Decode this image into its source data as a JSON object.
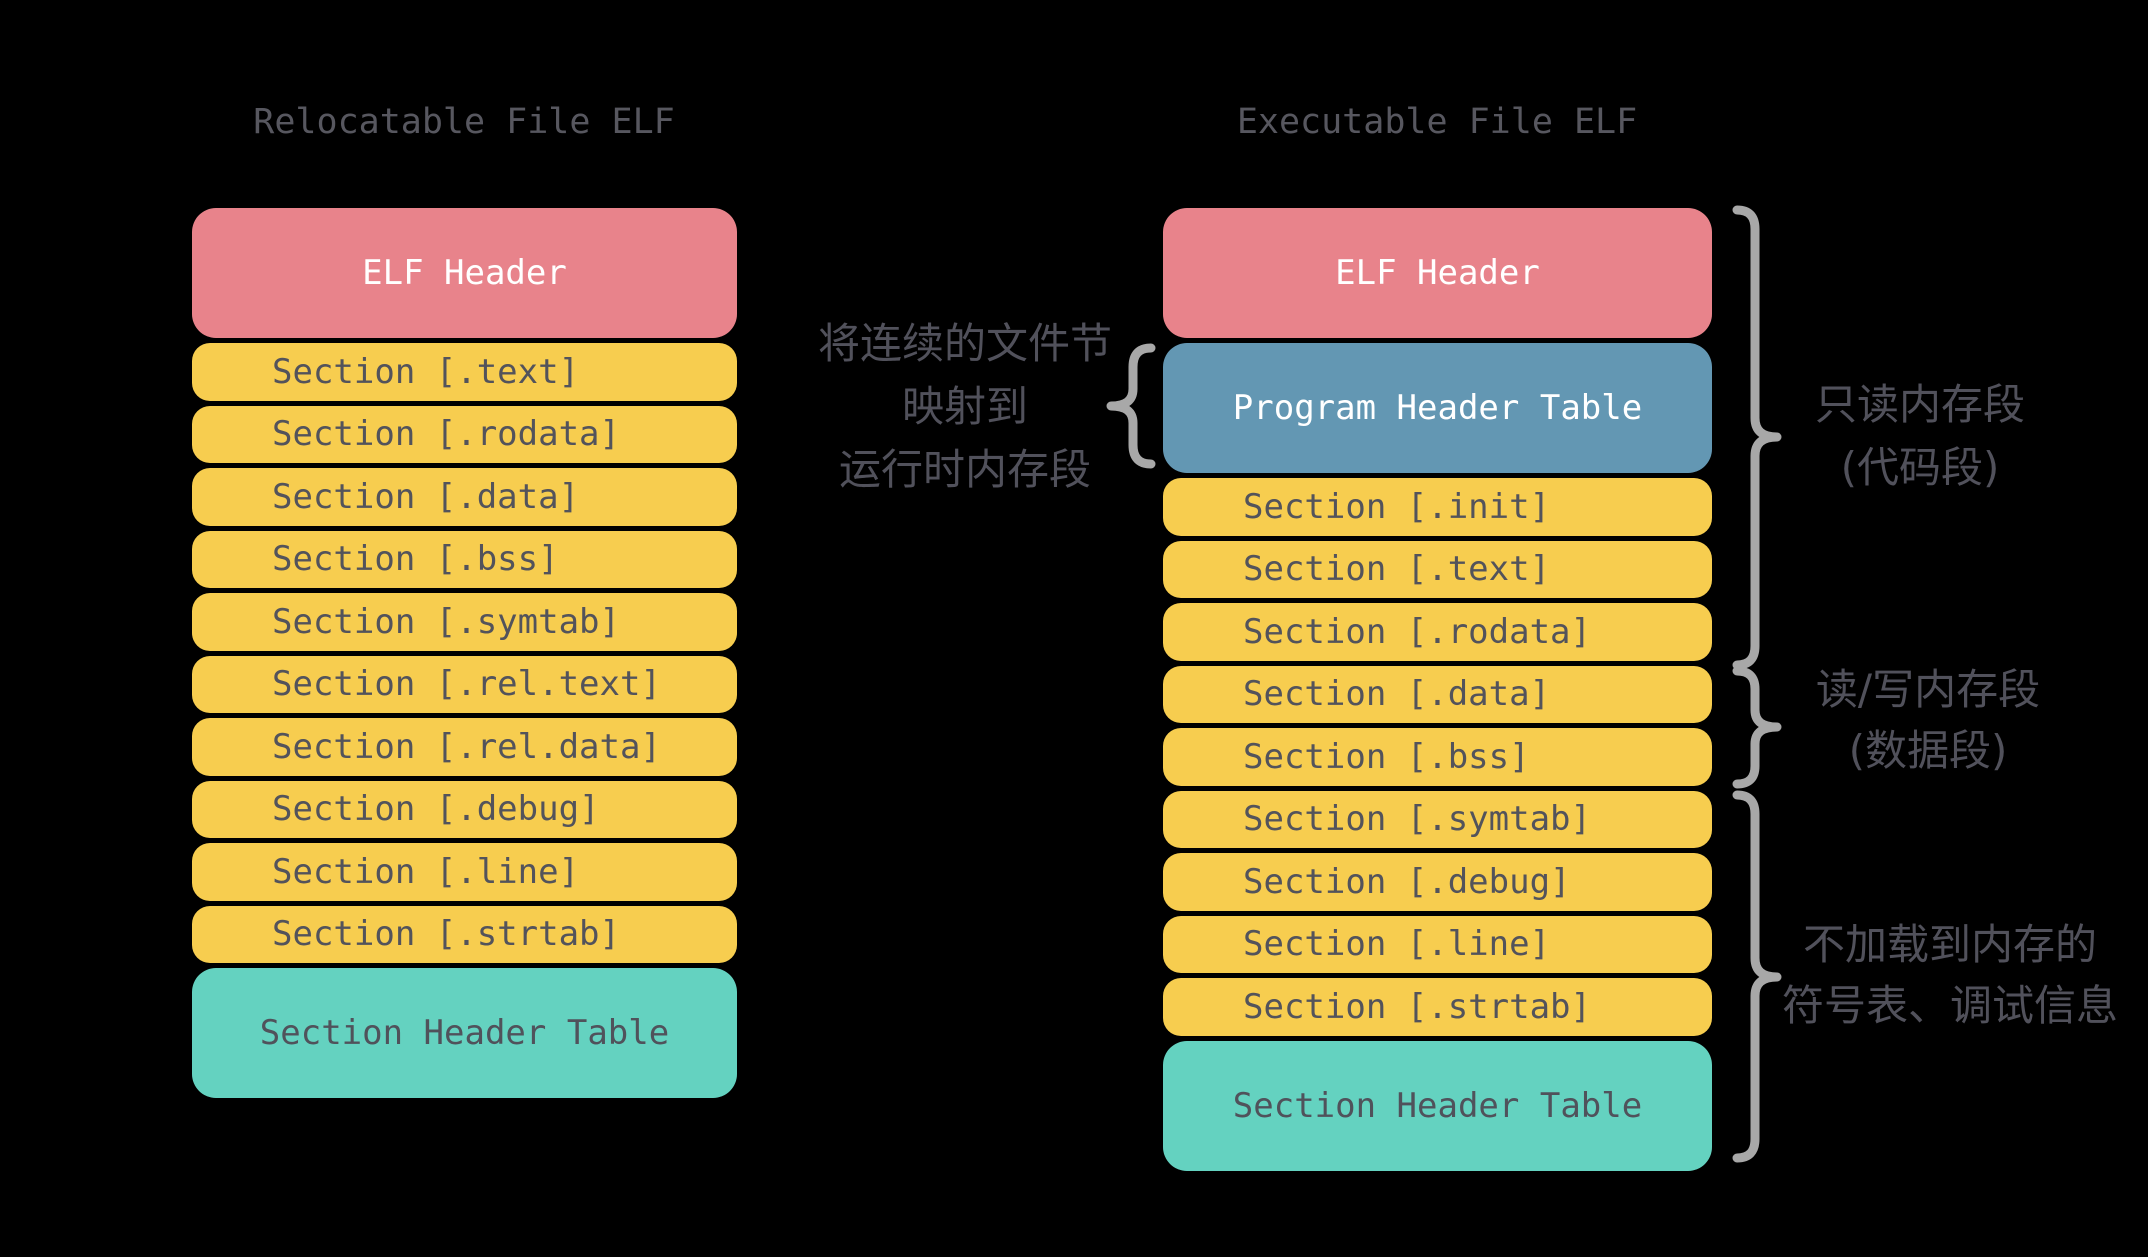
{
  "colors": {
    "background": "#000000",
    "elf_header_box": "#E8838B",
    "program_header_box": "#6397B3",
    "section_box": "#F7CD4F",
    "table_box": "#64D2C0",
    "box_dark_text": "#53535B",
    "box_light_text": "#FFFFFF",
    "annotation_text": "#51515B",
    "brace": "#A8A8A8",
    "title_text": "#57575F"
  },
  "left_diagram": {
    "title": "Relocatable File ELF",
    "elf_header": "ELF Header",
    "sections": [
      "Section [.text]",
      "Section [.rodata]",
      "Section [.data]",
      "Section [.bss]",
      "Section [.symtab]",
      "Section [.rel.text]",
      "Section [.rel.data]",
      "Section [.debug]",
      "Section [.line]",
      "Section [.strtab]"
    ],
    "footer": "Section Header Table"
  },
  "right_diagram": {
    "title": "Executable File ELF",
    "elf_header": "ELF Header",
    "program_header_table": "Program Header Table",
    "sections": [
      "Section [.init]",
      "Section [.text]",
      "Section [.rodata]",
      "Section [.data]",
      "Section [.bss]",
      "Section [.symtab]",
      "Section [.debug]",
      "Section [.line]",
      "Section [.strtab]"
    ],
    "footer": "Section Header Table"
  },
  "middle_annotation": {
    "lines": [
      "将连续的文件节",
      "映射到",
      "运行时内存段"
    ]
  },
  "right_annotations": [
    {
      "lines": [
        "只读内存段",
        "(代码段)"
      ]
    },
    {
      "lines": [
        "读/写内存段",
        "(数据段)"
      ]
    },
    {
      "lines": [
        "不加载到内存的",
        "符号表、调试信息"
      ]
    }
  ]
}
